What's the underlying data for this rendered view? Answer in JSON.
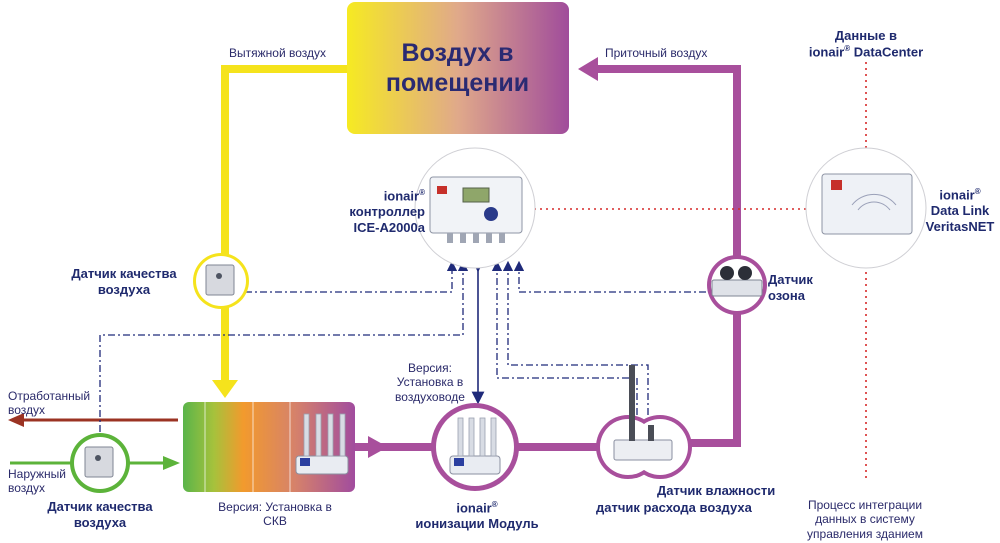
{
  "room": {
    "title": "Воздух в помещении"
  },
  "flows": {
    "exhaust": "Вытяжной воздух",
    "supply": "Приточный воздух",
    "waste_air": "Отработанный воздух",
    "outside_air": "Наружный воздух"
  },
  "controller": {
    "brand": "ionair",
    "name": "контроллер",
    "model": "ICE-A2000a"
  },
  "datalink": {
    "brand": "ionair",
    "name": "Data Link",
    "model": "VeritasNET"
  },
  "datacenter": {
    "line1": "Данные в",
    "brand": "ionair",
    "name": "DataCenter"
  },
  "sensors": {
    "air_quality": "Датчик качества воздуха",
    "ozone": "Датчик озона",
    "humidity": "Датчик влажности",
    "airflow": "датчик расхода воздуха"
  },
  "versions": {
    "duct": "Версия: Установка в воздуховоде",
    "hvac": "Версия: Установка в СКВ"
  },
  "module": {
    "brand": "ionair",
    "name": "ионизации Модуль"
  },
  "integration": "Процесс интеграции данных в систему управления зданием",
  "colors": {
    "yellow": "#f7e61f",
    "purple": "#a84f9c",
    "dark_blue": "#1f2a7a",
    "red_dotted": "#d62a2a",
    "waste_arrow": "#9b3323",
    "outside_arrow": "#5cb33a",
    "ahu_green": "#55b24a",
    "ahu_orange": "#f0952a"
  },
  "icons": [
    "controller-device-icon",
    "ionization-module-icon",
    "air-quality-sensor-icon",
    "ozone-sensor-icon",
    "humidity-sensor-icon",
    "datalink-device-icon"
  ]
}
